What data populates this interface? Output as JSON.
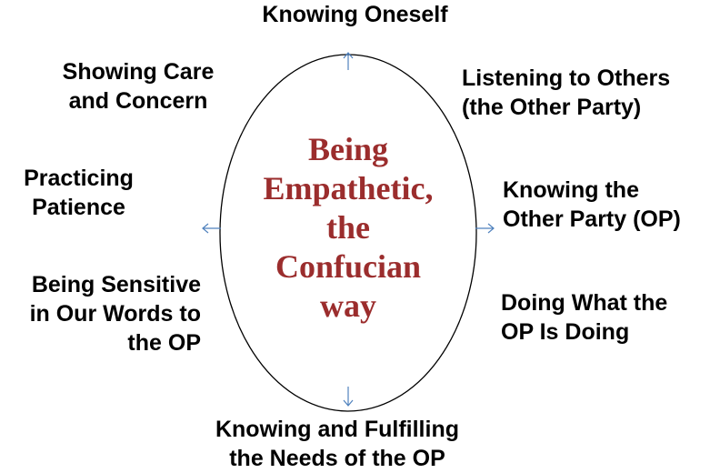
{
  "colors": {
    "center_text": "#9b2d2d",
    "arrow": "#4f81bd",
    "ellipse": "#000000"
  },
  "center": {
    "lines": [
      "Being",
      "Empathetic,",
      "the",
      "Confucian",
      "way"
    ]
  },
  "labels": {
    "top": {
      "lines": [
        "Knowing Oneself"
      ]
    },
    "top_left": {
      "lines": [
        "Showing Care",
        "and Concern"
      ]
    },
    "top_right": {
      "lines": [
        "Listening to Others",
        "(the Other Party)"
      ]
    },
    "mid_left": {
      "lines": [
        "Practicing",
        "Patience"
      ]
    },
    "mid_right": {
      "lines": [
        "Knowing the",
        "Other Party (OP)"
      ]
    },
    "bottom_left": {
      "lines": [
        "Being Sensitive",
        "in Our Words to",
        "the OP"
      ]
    },
    "bottom_right": {
      "lines": [
        "Doing What the",
        "OP Is Doing"
      ]
    },
    "bottom": {
      "lines": [
        "Knowing and Fulfilling",
        "the Needs of the OP"
      ]
    }
  },
  "arrows": [
    "up-arrow",
    "left-arrow",
    "right-arrow",
    "down-arrow"
  ]
}
